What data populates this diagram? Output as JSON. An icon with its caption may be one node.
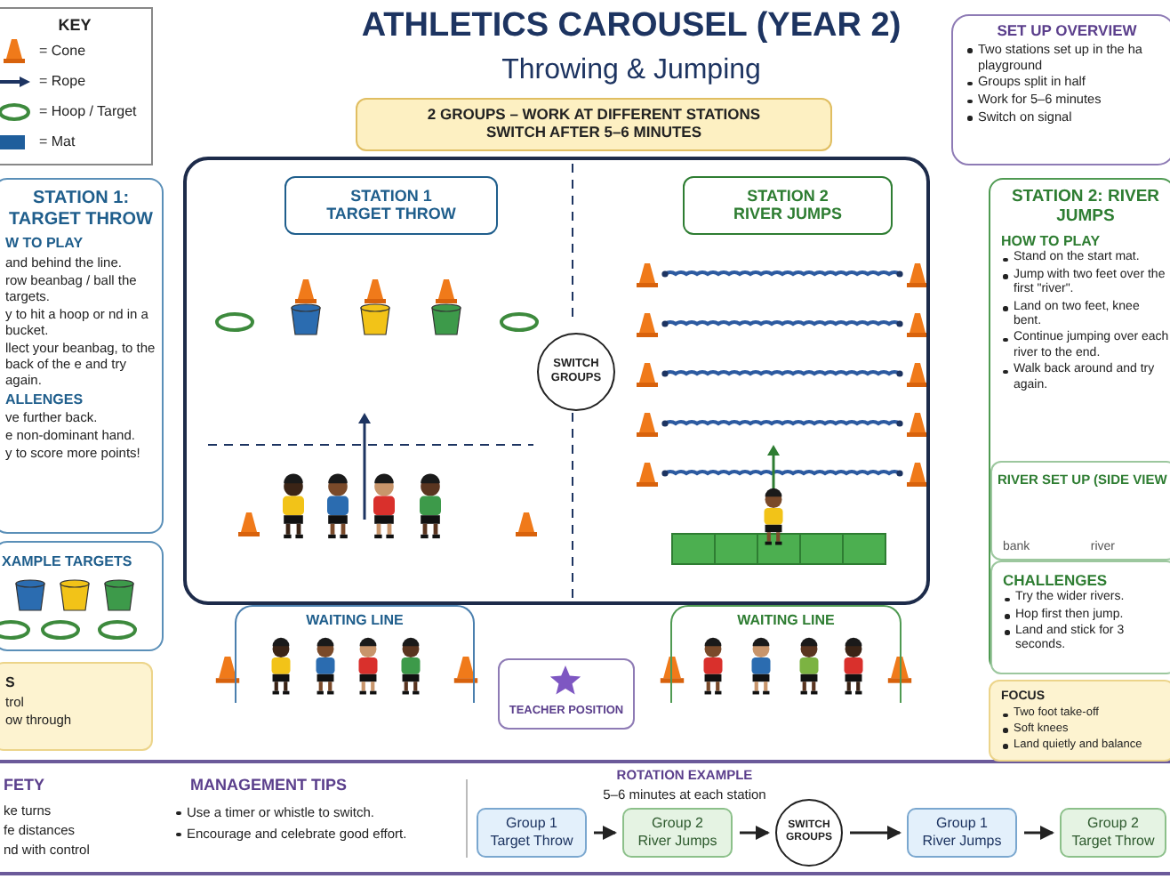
{
  "diagram": {
    "title": "ATHLETICS CAROUSEL (YEAR 2)",
    "nodes": [
      {
        "text": [
          "KEY"
        ]
      },
      {
        "text": [
          "STATION 1: TARGET THROW",
          "W TO PLAY",
          "and behind the line.",
          "row beanbag / ball the targets.",
          "y to hit a hoop or nd in a bucket.",
          "llect your beanbag, to the back of the e and try again.",
          "ALLENGES",
          "ve further back.",
          "e non-dominant hand.",
          "y to score more points!"
        ]
      },
      {
        "text": [
          "XAMPLE TARGETS"
        ]
      },
      {
        "text": [
          "S",
          "trol",
          "ow through"
        ]
      },
      {
        "text": [
          "2 GROUPS – WORK AT DIFFERENT STATIONS SWITCH AFTER 5–6 MINUTES"
        ]
      },
      {
        "text": [
          "SET UP OVERVIEW",
          "Two stations set up in the ha playground",
          "Groups split in half",
          "Work for 5–6 minutes",
          "Switch on signal"
        ]
      },
      {
        "text": [],
        "shape": "box"
      },
      {
        "text": [
          "STATION 1 TARGET THROW"
        ],
        "in": 6
      },
      {
        "text": [
          "STATION 2 RIVER JUMPS"
        ],
        "in": 6
      },
      {
        "text": [
          "SWITCH GROUPS"
        ],
        "in": 6
      },
      {
        "text": [
          "STATION 2: RIVER JUMPS",
          "HOW TO PLAY",
          "Stand on the start mat.",
          "Jump with two feet over the first \"river\".",
          "Land on two feet, knee bent.",
          "Continue jumping over each river to the end.",
          "Walk back around and try again."
        ]
      },
      {
        "text": [
          "RIVER SET UP (SIDE VIEW",
          "bank",
          "river"
        ],
        "in": 10
      },
      {
        "text": [
          "CHALLENGES",
          "Try the wider rivers.",
          "Hop first then jump.",
          "Land and stick for 3 seconds."
        ],
        "in": 10
      },
      {
        "text": [
          "FOCUS",
          "Two foot take-off",
          "Soft knees",
          "Land quietly and balance"
        ]
      },
      {
        "text": [
          "WAITING LINE"
        ]
      },
      {
        "text": [
          "TEACHER POSITION"
        ]
      },
      {
        "text": [
          "WAITING LINE"
        ]
      },
      {
        "text": [
          "Group 1",
          "Target Throw"
        ]
      },
      {
        "text": [
          "Group 2",
          "River Jumps"
        ]
      },
      {
        "text": [
          "SWITCH GROUPS"
        ]
      },
      {
        "text": [
          "Group 1",
          "River Jumps"
        ]
      },
      {
        "text": [
          "Group 2",
          "Target Throw"
        ]
      }
    ],
    "edges": [
      {
        "from": 17,
        "to": 18,
        "arrow": "to"
      },
      {
        "from": 18,
        "to": 19,
        "arrow": "to"
      },
      {
        "from": 19,
        "to": 20,
        "arrow": "to"
      },
      {
        "from": 20,
        "to": 21,
        "arrow": "to"
      }
    ],
    "labels": [
      "Throwing & Jumping",
      "FETY",
      "ke turns",
      "fe distances",
      "nd with control",
      "MANAGEMENT TIPS",
      "Use a timer or whistle to switch.",
      "Encourage and celebrate good effort.",
      "ROTATION EXAMPLE",
      "5–6 minutes at each station"
    ],
    "legend": [
      {
        "text": "= Cone"
      },
      {
        "text": "= Rope"
      },
      {
        "text": "= Hoop / Target"
      },
      {
        "text": "= Mat"
      }
    ]
  }
}
